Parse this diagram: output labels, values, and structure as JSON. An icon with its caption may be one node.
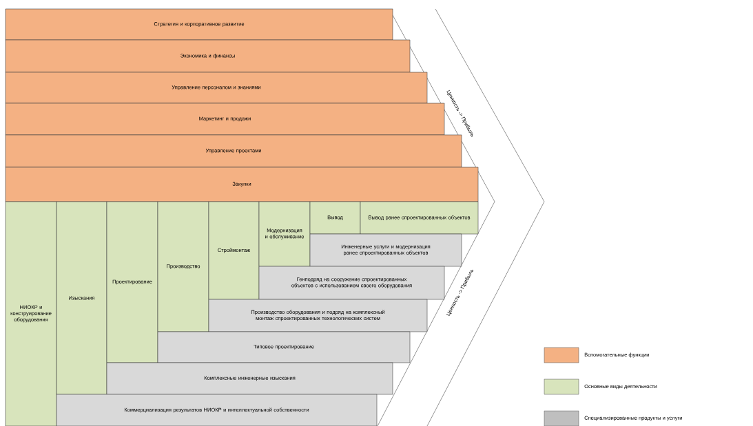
{
  "diagram": {
    "nodes": [
      {
        "text": [
          "Стратегия и корпоративное развитие"
        ]
      },
      {
        "text": [
          "Экономика и финансы"
        ]
      },
      {
        "text": [
          "Управление персоналом и знаниями"
        ]
      },
      {
        "text": [
          "Маркетинг и продажи"
        ]
      },
      {
        "text": [
          "Управление проектами"
        ]
      },
      {
        "text": [
          "Закупки"
        ]
      },
      {
        "text": [
          "НИОКР и конструирование оборудования"
        ]
      },
      {
        "text": [
          "Изыскания"
        ]
      },
      {
        "text": [
          "Проектирование"
        ]
      },
      {
        "text": [
          "Производство"
        ]
      },
      {
        "text": [
          "Строймонтаж"
        ]
      },
      {
        "text": [
          "Модернизация и обслуживание"
        ]
      },
      {
        "text": [
          "Вывод"
        ]
      },
      {
        "text": [
          "Вывод ранее спроектированных объектов"
        ]
      },
      {
        "text": [
          "Инженерные услуги и модернизация ранее спроектированных объектов"
        ]
      },
      {
        "text": [
          "Генподряд на сооружение спроектированных объектов с использованием своего оборудования"
        ]
      },
      {
        "text": [
          "Производство оборудования и подряд на комплексный монтаж спроектированных технологических систем"
        ]
      },
      {
        "text": [
          "Типовое проектирование"
        ]
      },
      {
        "text": [
          "Комплексные инженерные изыскания"
        ]
      },
      {
        "text": [
          "Коммерциализация результатов НИОКР и интеллектуальной собственности"
        ]
      }
    ],
    "labels": [
      "Ценность -> Прибыль",
      "Ценность -> Прибыль"
    ],
    "legend": [
      {
        "text": "Вспомогательные функции",
        "color": "#f4b183"
      },
      {
        "text": "Основные виды деятельности",
        "color": "#d8e4bc"
      },
      {
        "text": "Специализированные продукты и услуги",
        "color": "#bfbfbf"
      }
    ]
  }
}
